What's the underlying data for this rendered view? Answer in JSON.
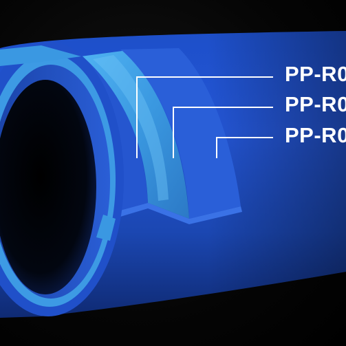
{
  "image": {
    "subject": "pipe-cutaway-layers",
    "background_color": "#000000",
    "pipe_color": "#1f4fbf",
    "middle_layer_color": "#3f9ee8"
  },
  "labels": [
    {
      "text": "PP-R0"
    },
    {
      "text": "PP-R0"
    },
    {
      "text": "PP-R0"
    }
  ]
}
